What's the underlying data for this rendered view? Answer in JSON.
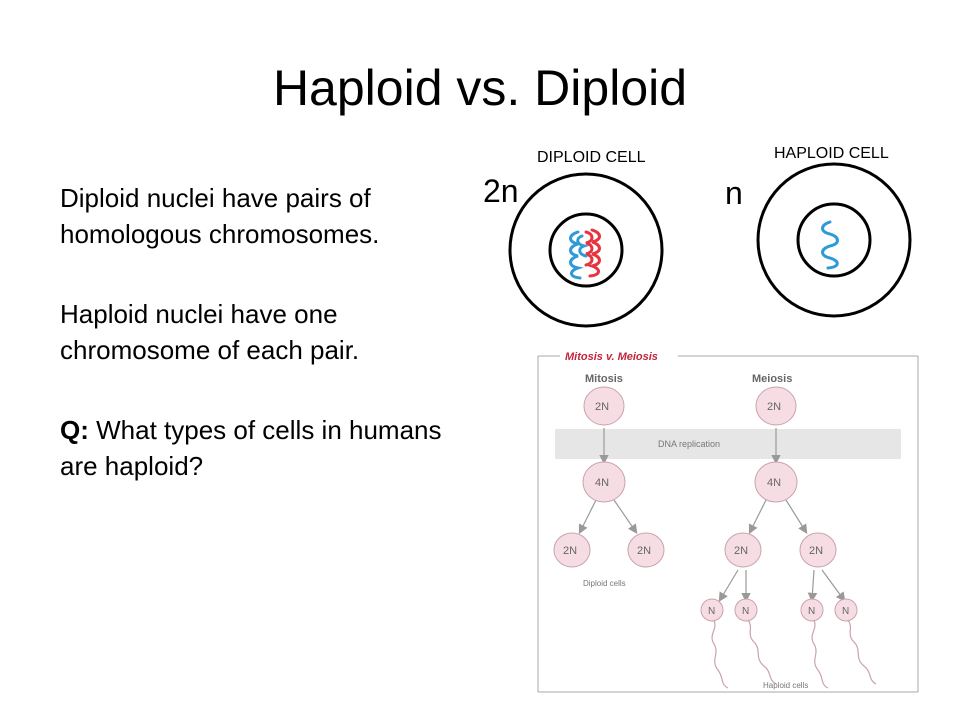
{
  "slide": {
    "title": "Haploid vs. Diploid",
    "paragraphs": [
      "Diploid nuclei have pairs of homologous chromosomes.",
      "Haploid nuclei have one chromosome of each pair."
    ],
    "question_label": "Q:",
    "question_text": "What types of cells in humans are haploid?"
  },
  "cells_figure": {
    "diploid_label": "DIPLOID CELL",
    "diploid_ploidy": "2n",
    "haploid_label": "HAPLOID CELL",
    "haploid_ploidy": "n",
    "colors": {
      "outline": "#000000",
      "red_chromosome": "#e8343f",
      "blue_chromosome": "#2e9ad8"
    }
  },
  "mitosis_meiosis_diagram": {
    "title": "Mitosis v. Meiosis",
    "mitosis_label": "Mitosis",
    "meiosis_label": "Meiosis",
    "replication_label": "DNA replication",
    "parent_label": "2N",
    "replicated_label": "4N",
    "daughter_label": "2N",
    "gamete_label": "N",
    "diploid_caption": "Diploid cells",
    "haploid_caption": "Haploid cells",
    "colors": {
      "title": "#c0263d",
      "cell_fill": "#f6dde3",
      "cell_stroke": "#c9a3ad",
      "band": "#e6e6e6",
      "text": "#666666"
    }
  }
}
